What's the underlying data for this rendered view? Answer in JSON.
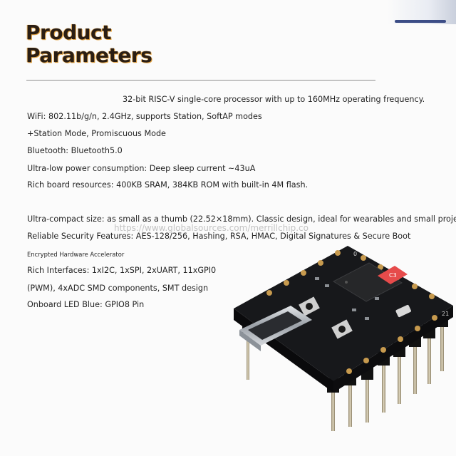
{
  "header": {
    "title_lines": [
      "Product",
      "Parameters"
    ]
  },
  "specs": [
    "32-bit RISC-V single-core processor with up to 160MHz operating frequency.",
    "WiFi: 802.11b/g/n, 2.4GHz, supports Station, SoftAP modes",
    "+Station Mode, Promiscuous Mode",
    "Bluetooth: Bluetooth5.0",
    "Ultra-low power consumption: Deep sleep current ~43uA",
    "Rich board resources: 400KB SRAM, 384KB ROM with built-in 4M flash.",
    "Ultra-compact size: as small as a thumb (22.52×18mm). Classic design, ideal for wearables and small projects.",
    "Reliable Security Features: AES-128/256, Hashing, RSA, HMAC, Digital Signatures & Secure Boot",
    "Encrypted Hardware Accelerator",
    "Rich Interfaces: 1xI2C, 1xSPI, 2xUART, 11xGPI0",
    "(PWM), 4xADC SMD components, SMT design",
    "Onboard LED Blue: GPIO8 Pin"
  ],
  "watermark": "https://www.globalsources.com/merrillchip.co",
  "board": {
    "pin_labels": [
      "0",
      "21"
    ],
    "chip_label": "C3"
  },
  "colors": {
    "title_glow": "#f1b458",
    "pcb": "#17181b",
    "header_pins": "#b5a98a",
    "gold_pad": "#c79a4e",
    "usb_metal": "#b7bcc2"
  }
}
